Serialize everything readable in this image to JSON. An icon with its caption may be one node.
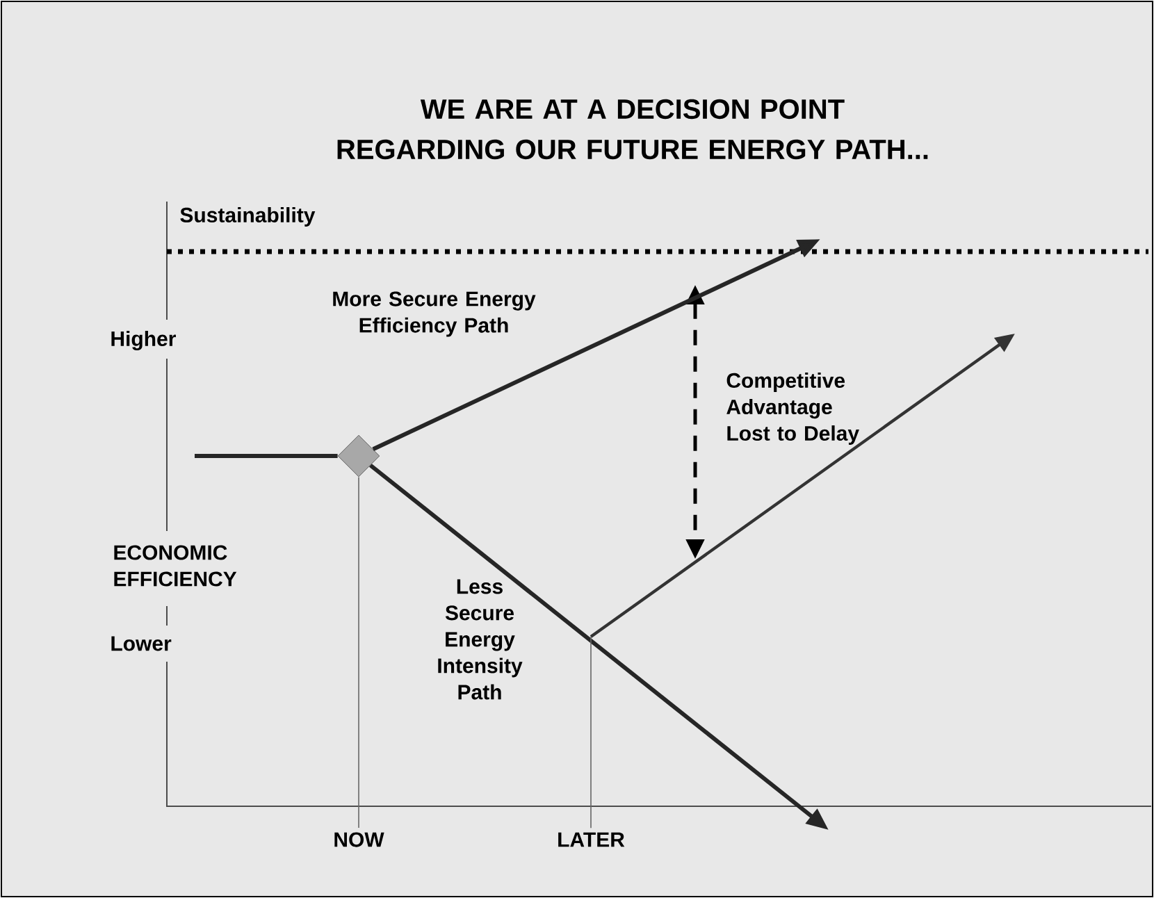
{
  "diagram": {
    "title": "WE ARE AT A DECISION POINT REGARDING OUR FUTURE ENERGY PATH...",
    "nodes": [
      {
        "text": [],
        "shape": "diamond"
      },
      {
        "text": [
          "NOW"
        ]
      },
      {
        "text": [
          "LATER"
        ]
      }
    ],
    "edges": [
      {
        "from": null,
        "to": 0,
        "arrow": "none"
      },
      {
        "from": 0,
        "to": null,
        "arrow": "to"
      },
      {
        "from": 0,
        "to": null,
        "arrow": "to"
      },
      {
        "from": 1,
        "to": 0,
        "arrow": "none"
      },
      {
        "from": 2,
        "to": null,
        "arrow": "none"
      }
    ],
    "labels": [
      "Sustainability",
      "Higher",
      "More Secure Energy Efficiency Path",
      "Competitive Advantage Lost to Delay",
      "ECONOMIC EFFICIENCY",
      "Less Secure Energy Intensity Path",
      "Lower"
    ]
  }
}
